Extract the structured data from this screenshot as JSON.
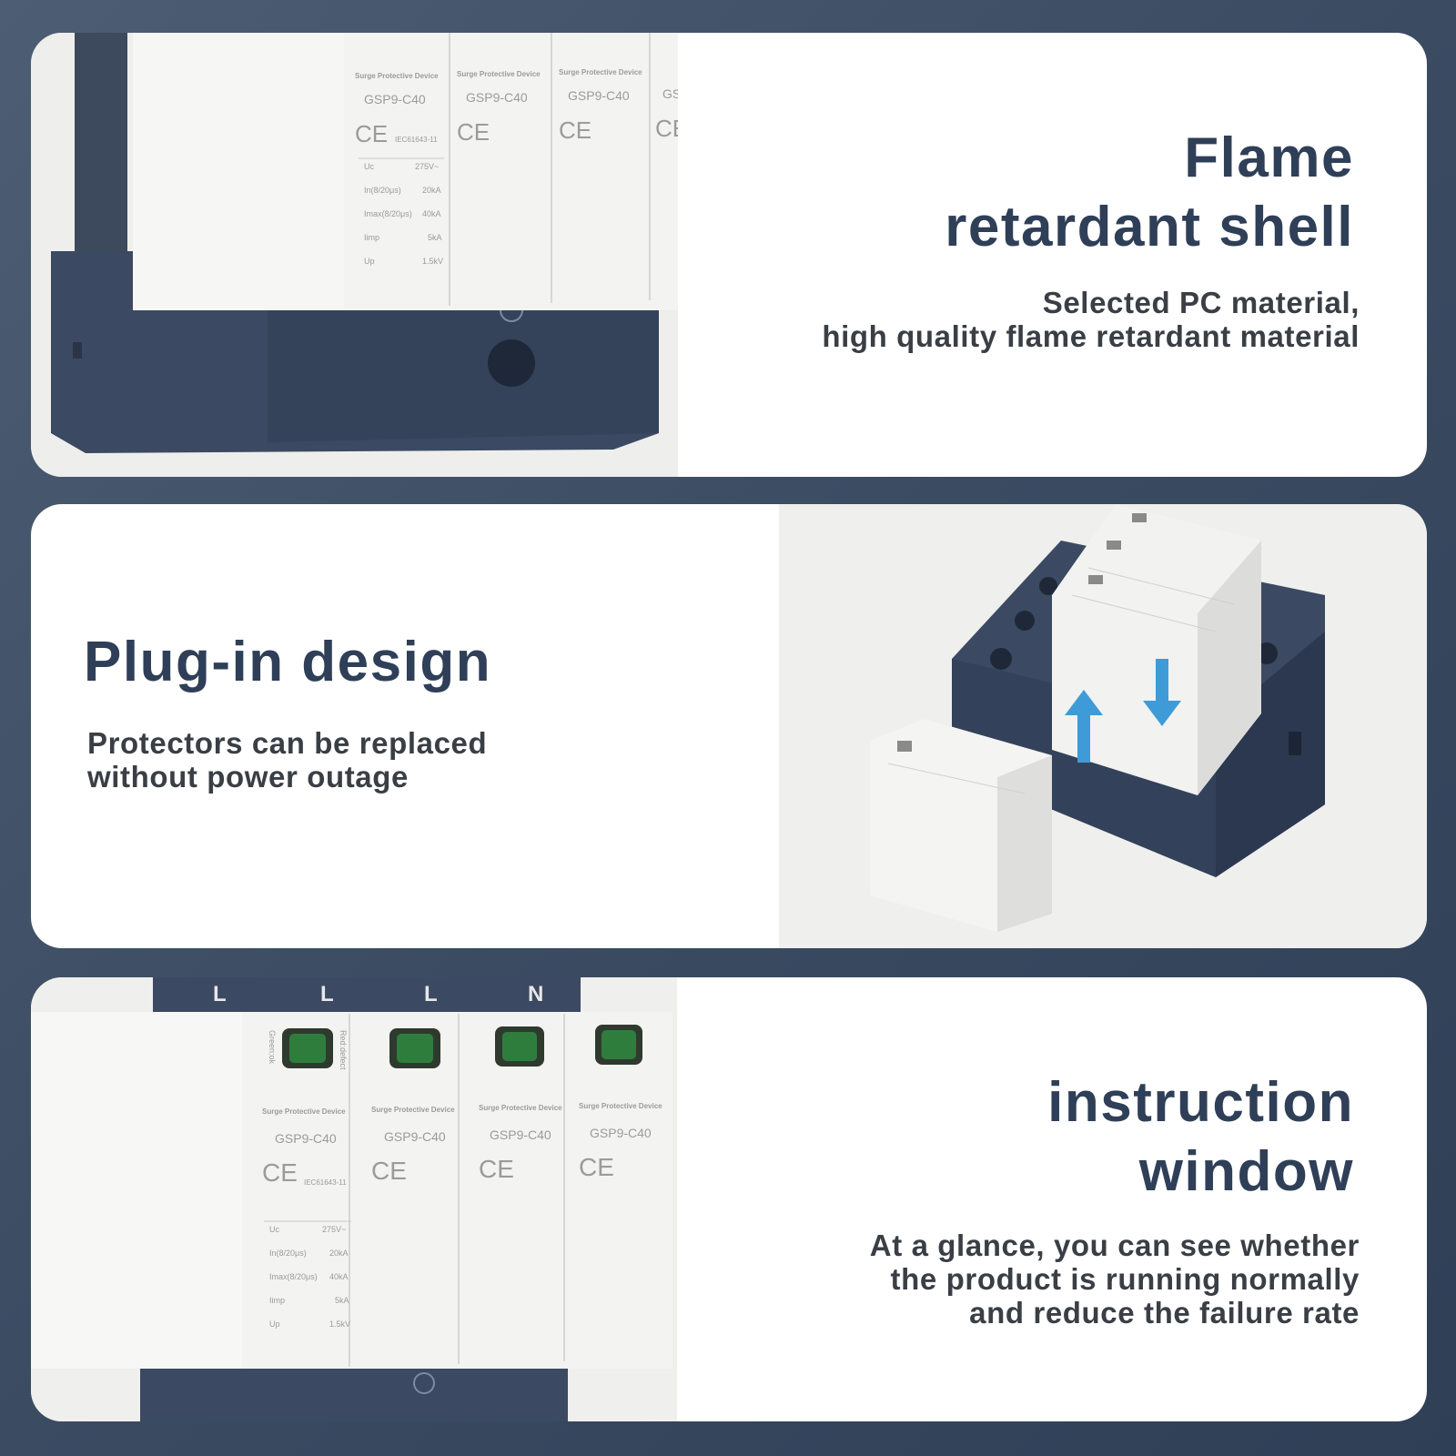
{
  "panel1": {
    "heading_line1": "Flame",
    "heading_line2": "retardant shell",
    "desc_line1": "Selected PC material,",
    "desc_line2": "high quality flame retardant material"
  },
  "panel2": {
    "heading": "Plug-in design",
    "desc_line1": "Protectors can be replaced",
    "desc_line2": "without power outage"
  },
  "panel3": {
    "heading_line1": "instruction",
    "heading_line2": "window",
    "desc_line1": "At a glance, you can see whether",
    "desc_line2": "the product is running normally",
    "desc_line3": "and reduce the failure rate"
  },
  "module_label": {
    "title": "Surge Protective Device",
    "model": "GSP9-C40",
    "mark": "CE",
    "standard": "IEC61643-11",
    "spec_names": [
      "Uc",
      "In(8/20μs)",
      "Imax(8/20μs)",
      "Iimp",
      "Up"
    ],
    "spec_values": [
      "275V~",
      "20kA",
      "40kA",
      "5kA",
      "1.5kV"
    ],
    "window_left": "Green:ok",
    "window_right": "Red:defect"
  },
  "terminals": [
    "L",
    "L",
    "L",
    "N"
  ],
  "colors": {
    "background": "#3a4b62",
    "heading": "#2f3f58",
    "body_text": "#3a3e45",
    "base_navy": "#3b4a62",
    "module_white": "#f3f3f1",
    "arrow_blue": "#3f9bd8",
    "indicator_green": "#2f7d3c"
  }
}
